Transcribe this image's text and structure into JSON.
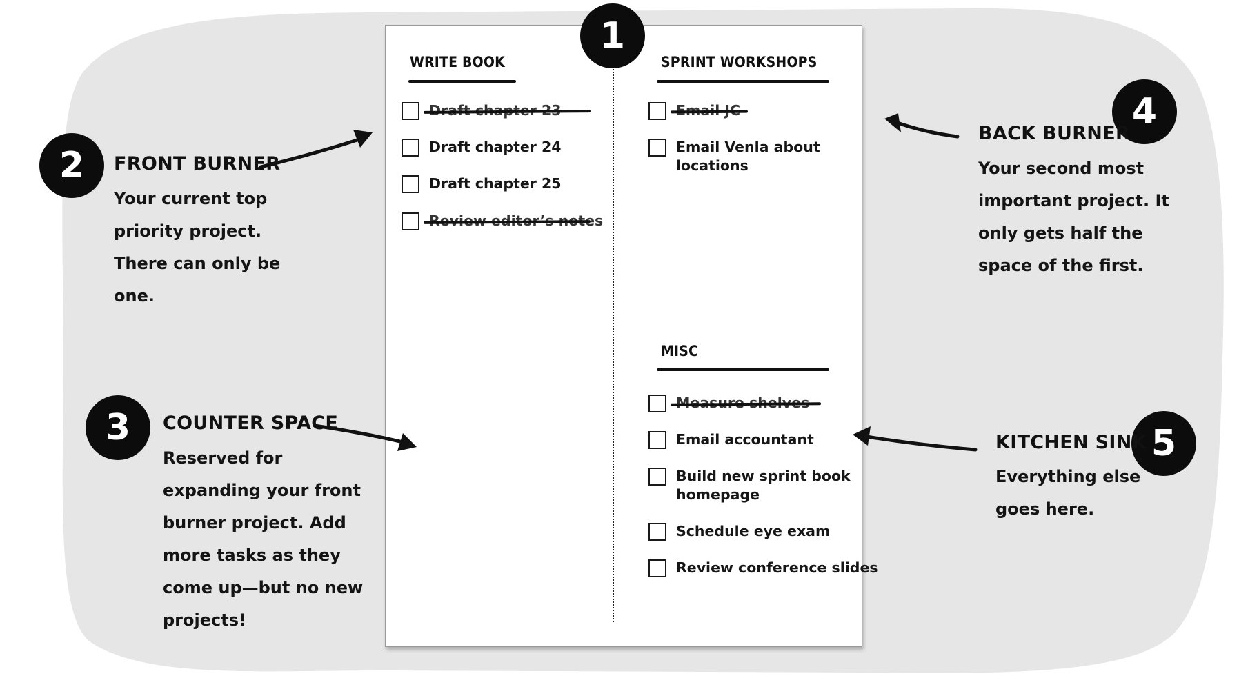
{
  "colors": {
    "background_blob": "#e6e6e6",
    "badge": "#0c0c0c",
    "ink": "#111111",
    "paper": "#ffffff"
  },
  "badges": [
    "1",
    "2",
    "3",
    "4",
    "5"
  ],
  "paper": {
    "front_burner": {
      "heading": "WRITE BOOK",
      "tasks": [
        {
          "label": "Draft chapter 23",
          "done": true
        },
        {
          "label": "Draft chapter 24",
          "done": false
        },
        {
          "label": "Draft chapter 25",
          "done": false
        },
        {
          "label": "Review editor’s notes",
          "done": true
        }
      ]
    },
    "back_burner": {
      "heading": "SPRINT WORKSHOPS",
      "tasks": [
        {
          "label": "Email JC",
          "done": true
        },
        {
          "label": "Email Venla about locations",
          "line1": "Email Venla about",
          "line2": "locations",
          "done": false
        }
      ]
    },
    "misc": {
      "heading": "MISC",
      "tasks": [
        {
          "label": "Measure shelves",
          "done": true
        },
        {
          "label": "Email accountant",
          "done": false
        },
        {
          "label": "Build new sprint book homepage",
          "line1": "Build new sprint book",
          "line2": "homepage",
          "done": false
        },
        {
          "label": "Schedule eye exam",
          "done": false
        },
        {
          "label": "Review conference slides",
          "done": false
        }
      ]
    }
  },
  "annotations": {
    "front_burner": {
      "title": "FRONT BURNER",
      "lines": [
        "Your current top",
        "priority project.",
        "There can only be",
        "one."
      ]
    },
    "counter_space": {
      "title": "COUNTER SPACE",
      "lines": [
        "Reserved for",
        "expanding your front",
        "burner project. Add",
        "more tasks as they",
        "come up—but no new",
        "projects!"
      ]
    },
    "back_burner": {
      "title": "BACK BURNER",
      "lines": [
        "Your second most",
        "important project. It",
        "only gets half the",
        "space of the first."
      ]
    },
    "kitchen_sink": {
      "title": "KITCHEN SINK",
      "lines": [
        "Everything else",
        "goes here."
      ]
    }
  }
}
